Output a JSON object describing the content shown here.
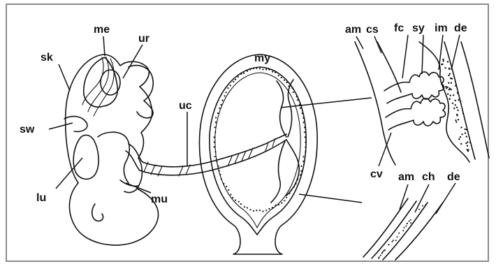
{
  "labels": {
    "me": "me",
    "sk": "sk",
    "ur": "ur",
    "sw": "sw",
    "lu": "lu",
    "mu": "mu",
    "uc": "uc",
    "my": "my",
    "am_top": "am",
    "cs": "cs",
    "fc": "fc",
    "sy": "sy",
    "im": "im",
    "de_top": "de",
    "cv": "cv",
    "am_bottom": "am",
    "ch": "ch",
    "de_bottom": "de"
  }
}
